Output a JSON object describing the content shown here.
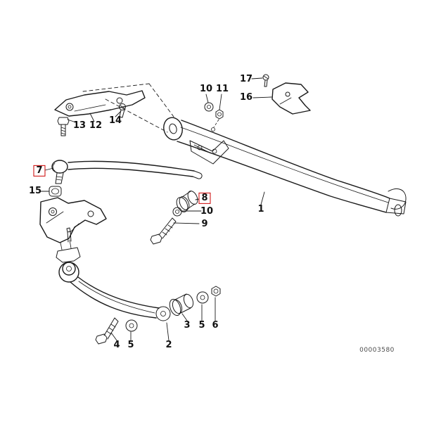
{
  "diagram": {
    "title": "suspension-parts-exploded-diagram",
    "doc_number": "00003580",
    "line_color": "#1a1a1a",
    "highlight_color": "#cc0000",
    "labels": {
      "l13": "13",
      "l12": "12",
      "l14": "14",
      "l10a": "10",
      "l11": "11",
      "l17": "17",
      "l16": "16",
      "l7": "7",
      "l15": "15",
      "l8": "8",
      "l10b": "10",
      "l9": "9",
      "l1": "1",
      "l3": "3",
      "l5a": "5",
      "l6": "6",
      "l4": "4",
      "l5b": "5",
      "l2": "2"
    }
  }
}
